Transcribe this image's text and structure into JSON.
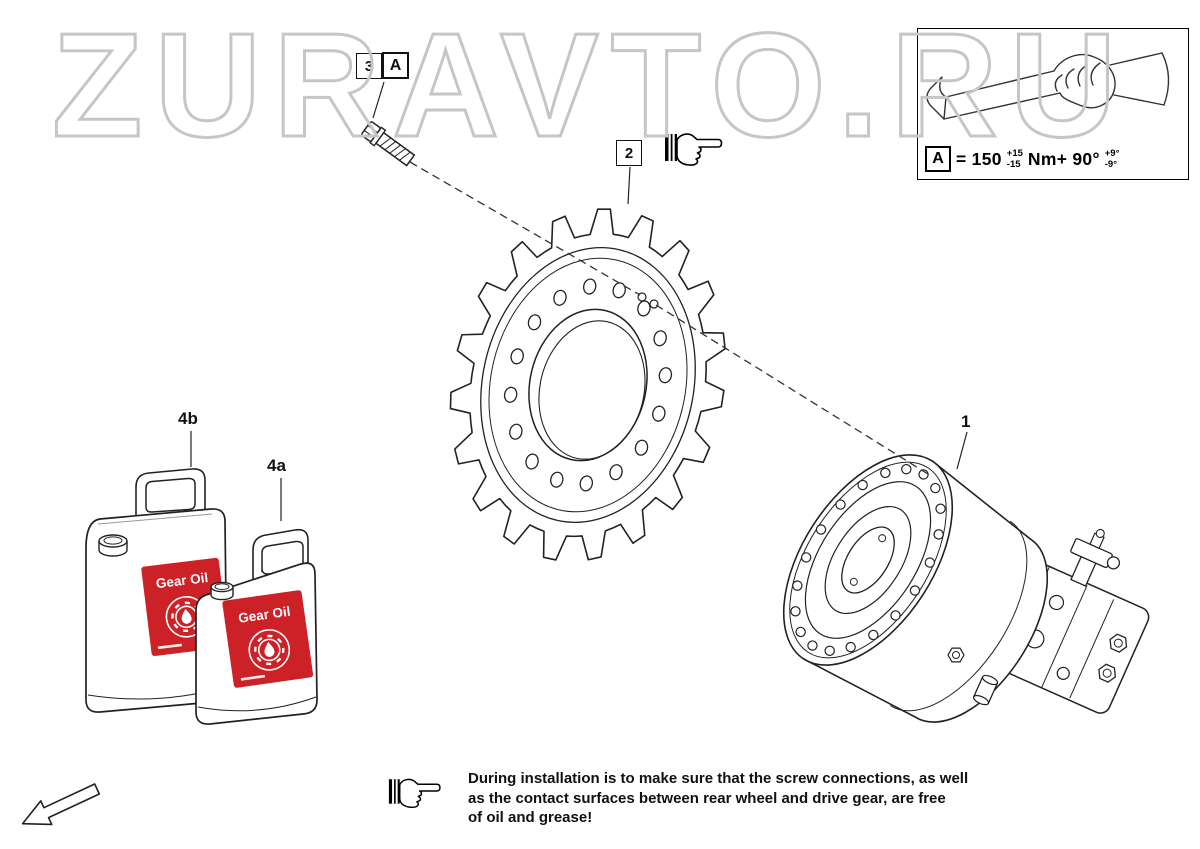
{
  "watermark": "ZURAVTO.RU",
  "callouts": {
    "motor": "1",
    "sprocket": "2",
    "bolt": "3",
    "bolt_ref": "A",
    "oil_front": "4a",
    "oil_back": "4b"
  },
  "torque": {
    "ref": "A",
    "value": "= 150",
    "sup": "+15",
    "sub": "-15",
    "unit": "Nm+ 90°",
    "sup2": "+9°",
    "sub2": "-9°"
  },
  "oil": {
    "label": "Gear Oil"
  },
  "note": {
    "lines": [
      "During installation is to make sure that the screw connections, as well",
      "as the contact surfaces between rear wheel and drive gear, are free",
      "of oil and grease!"
    ]
  },
  "colors": {
    "label_red": "#cc2127"
  }
}
